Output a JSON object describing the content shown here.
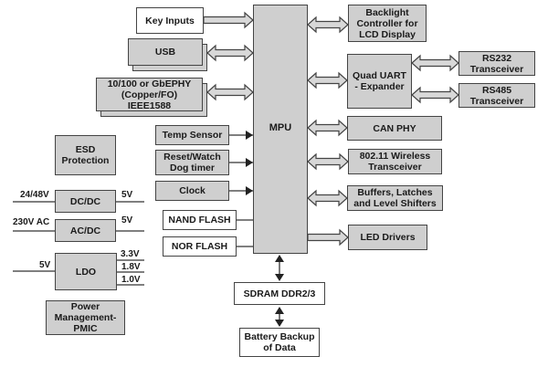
{
  "diagram": {
    "title": "MPU-based embedded system block diagram",
    "center": {
      "label": "MPU"
    },
    "left_inputs": [
      {
        "id": "key-inputs",
        "label": "Key Inputs",
        "connection": "to-mpu"
      },
      {
        "id": "usb",
        "label": "USB",
        "connection": "bidirectional"
      },
      {
        "id": "ethernet-phy",
        "label": "10/100 or GbEPHY\n(Copper/FO)\nIEEE1588",
        "connection": "bidirectional"
      },
      {
        "id": "temp-sensor",
        "label": "Temp Sensor",
        "connection": "to-mpu"
      },
      {
        "id": "reset-watchdog",
        "label": "Reset/Watch\nDog timer",
        "connection": "to-mpu"
      },
      {
        "id": "clock",
        "label": "Clock",
        "connection": "to-mpu"
      },
      {
        "id": "nand-flash",
        "label": "NAND FLASH",
        "connection": "line"
      },
      {
        "id": "nor-flash",
        "label": "NOR FLASH",
        "connection": "line"
      }
    ],
    "right_outputs": [
      {
        "id": "backlight",
        "label": "Backlight\nController for\nLCD Display",
        "connection": "bidirectional"
      },
      {
        "id": "quad-uart",
        "label": "Quad UART\n- Expander",
        "connection": "bidirectional"
      },
      {
        "id": "rs232",
        "label": "RS232\nTransceiver",
        "connection": "bidirectional"
      },
      {
        "id": "rs485",
        "label": "RS485\nTransceiver",
        "connection": "bidirectional"
      },
      {
        "id": "can-phy",
        "label": "CAN PHY",
        "connection": "bidirectional"
      },
      {
        "id": "wireless",
        "label": "802.11 Wireless\nTransceiver",
        "connection": "bidirectional"
      },
      {
        "id": "buffers",
        "label": "Buffers, Latches\nand Level Shifters",
        "connection": "bidirectional"
      },
      {
        "id": "led-drivers",
        "label": "LED Drivers",
        "connection": "from-mpu"
      }
    ],
    "bottom": [
      {
        "id": "sdram",
        "label": "SDRAM DDR2/3",
        "connection": "bidirectional"
      },
      {
        "id": "battery-backup",
        "label": "Battery Backup\nof Data",
        "connection": "bidirectional"
      }
    ],
    "power": {
      "esd": {
        "label": "ESD\nProtection"
      },
      "dcdc": {
        "label": "DC/DC",
        "input": "24/48V",
        "output": "5V"
      },
      "acdc": {
        "label": "AC/DC",
        "input": "230V AC",
        "output": "5V"
      },
      "ldo": {
        "label": "LDO",
        "input": "5V",
        "outputs": [
          "3.3V",
          "1.8V",
          "1.0V"
        ]
      },
      "pmic": {
        "label": "Power\nManagement-\nPMIC"
      }
    }
  },
  "colors": {
    "box_fill": "#cfcfcf",
    "border": "#444444",
    "arrow_fill": "#d8d8d8",
    "text": "#1a1a1a"
  }
}
